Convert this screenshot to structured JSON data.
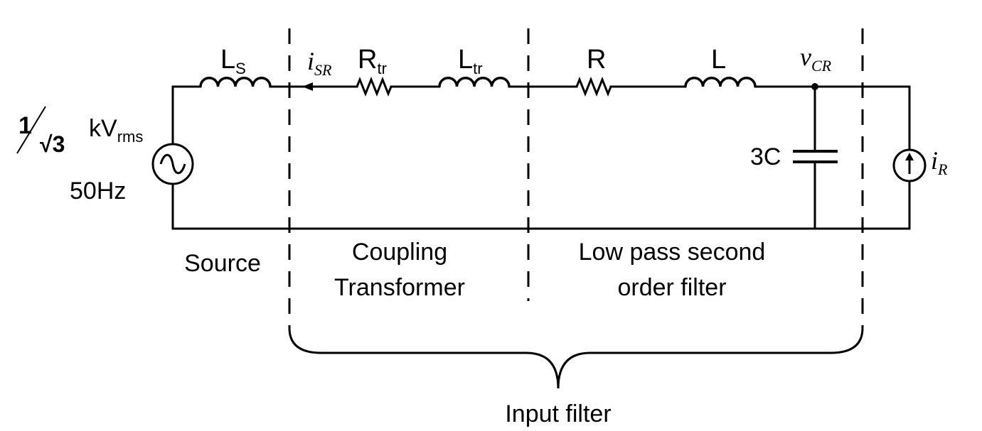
{
  "components": {
    "source_voltage": {
      "num": "1",
      "den": "√3",
      "unit_main": "kV",
      "unit_sub": "rms"
    },
    "source_freq": "50Hz",
    "ls": {
      "main": "L",
      "sub": "S"
    },
    "rtr": {
      "main": "R",
      "sub": "tr"
    },
    "ltr": {
      "main": "L",
      "sub": "tr"
    },
    "r": "R",
    "l": "L",
    "c": "3C",
    "isr": {
      "main": "i",
      "sub": "SR"
    },
    "vcr": {
      "main": "v",
      "sub": "CR"
    },
    "ir": {
      "main": "i",
      "sub": "R"
    }
  },
  "sections": {
    "source": "Source",
    "coupling_line1": "Coupling",
    "coupling_line2": "Transformer",
    "filter_line1": "Low pass second",
    "filter_line2": "order filter",
    "input_filter": "Input filter"
  }
}
